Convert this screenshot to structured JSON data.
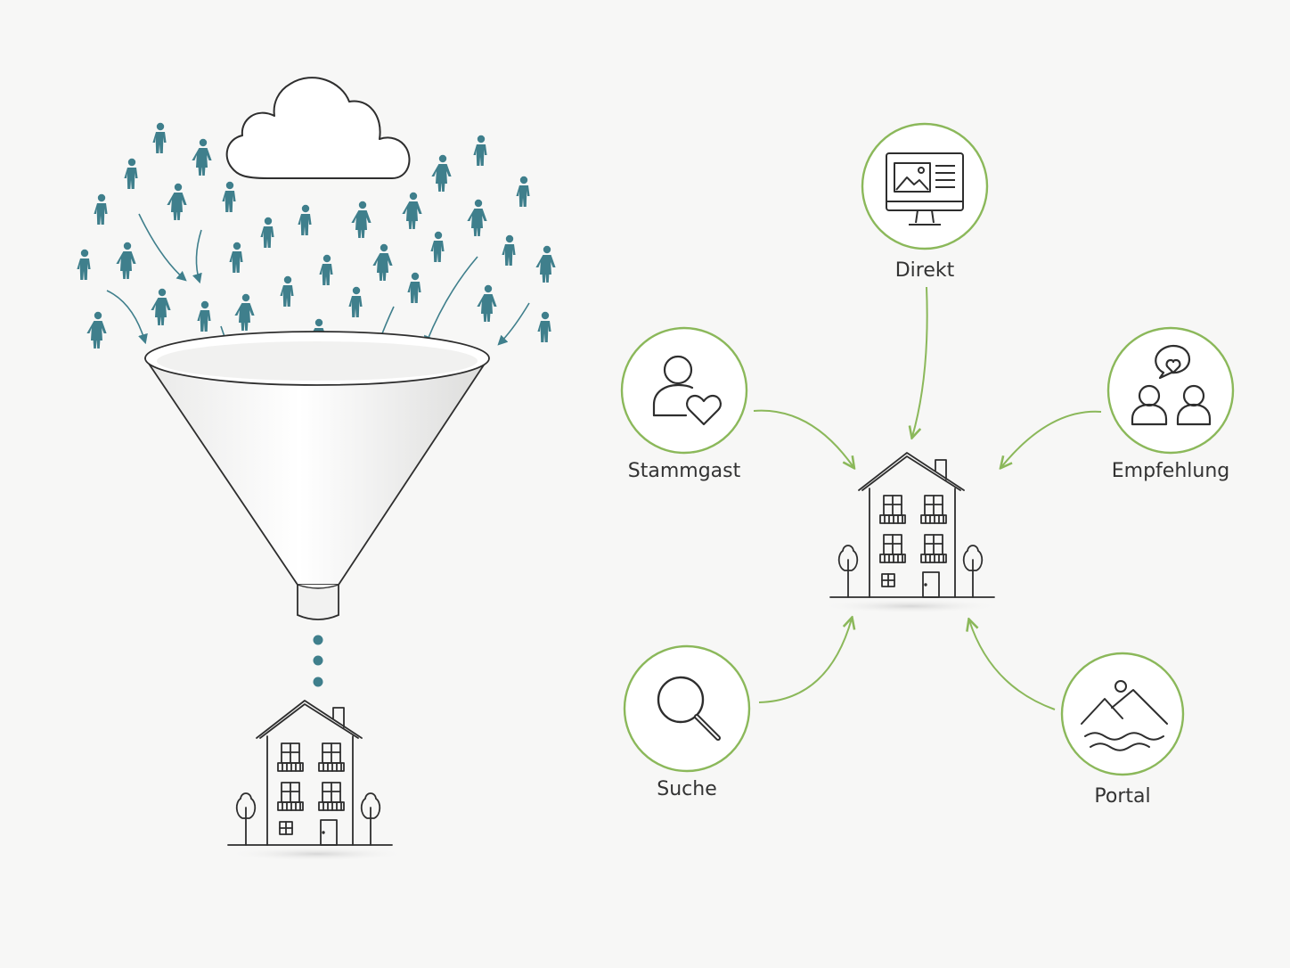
{
  "colors": {
    "background": "#f7f7f6",
    "people": "#3f7f8c",
    "accent_green": "#8bb85a",
    "line": "#2e2e2e"
  },
  "icons": {
    "left": [
      "cloud-icon",
      "person-icon",
      "funnel-icon",
      "house-icon",
      "tree-icon"
    ],
    "right": [
      "monitor-icon",
      "user-heart-icon",
      "chat-heart-people-icon",
      "search-icon",
      "landscape-icon",
      "house-icon"
    ]
  },
  "channels": {
    "direkt": "Direkt",
    "stammgast": "Stammgast",
    "empfehlung": "Empfehlung",
    "suche": "Suche",
    "portal": "Portal"
  }
}
